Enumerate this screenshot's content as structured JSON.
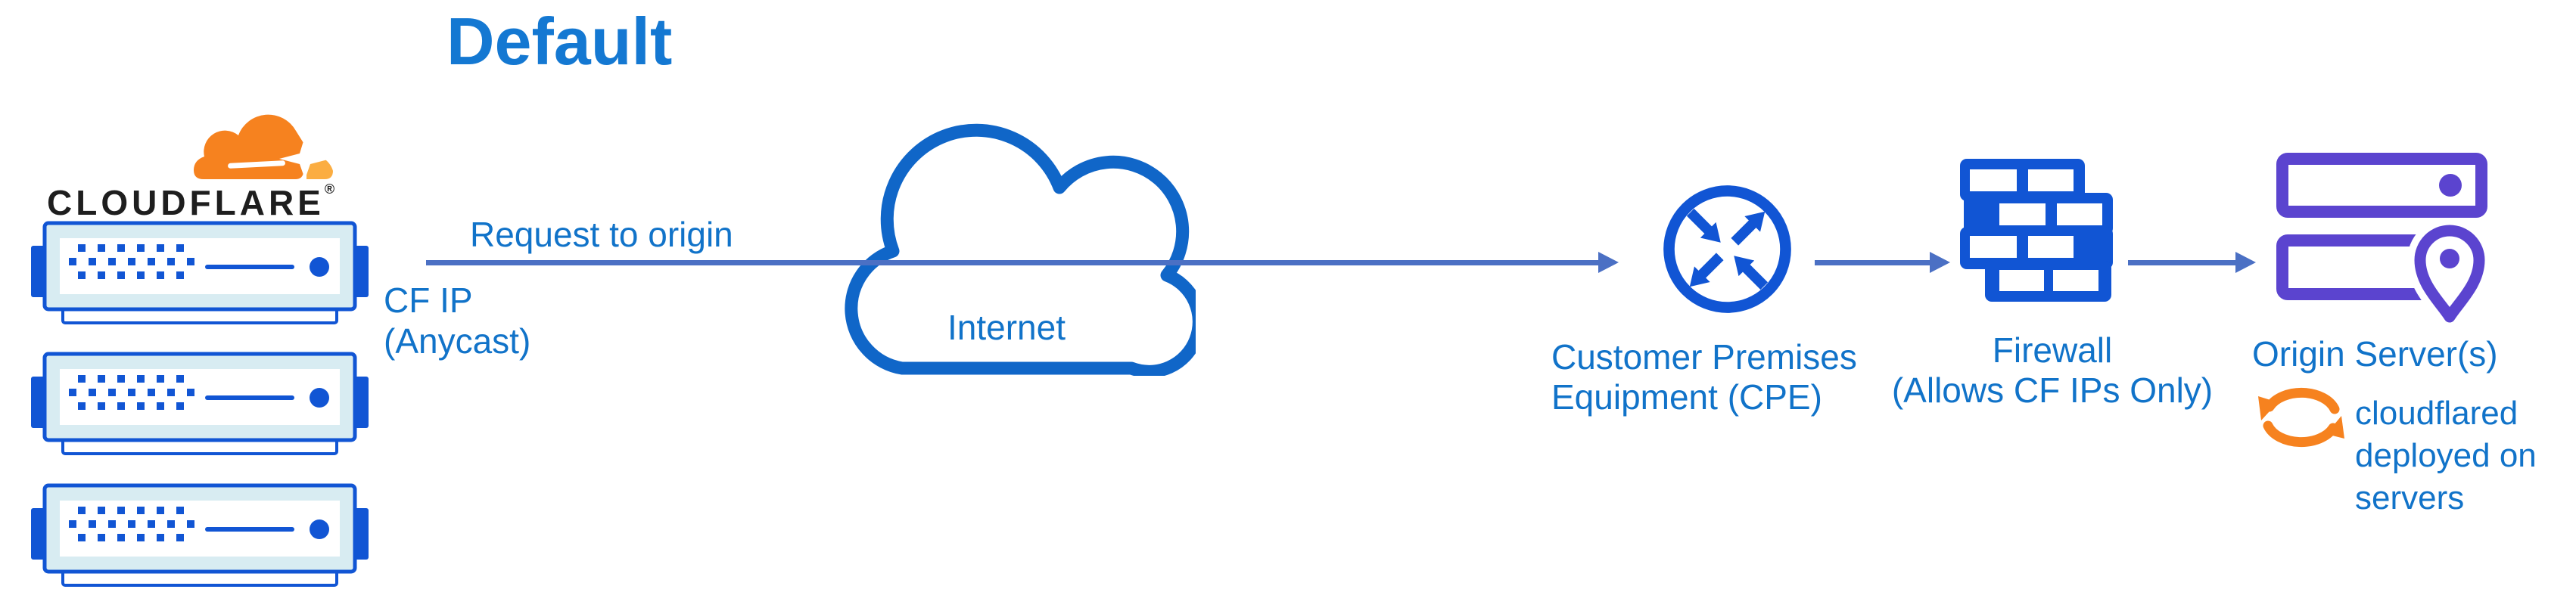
{
  "title": "Default",
  "cloudflare": {
    "wordmark": "CLOUDFLARE",
    "registered": "®"
  },
  "labels": {
    "request": "Request to origin",
    "cfip1": "CF IP",
    "cfip2": "(Anycast)",
    "internet": "Internet",
    "cpe1": "Customer Premises",
    "cpe2": "Equipment (CPE)",
    "fw1": "Firewall",
    "fw2": "(Allows CF IPs Only)",
    "origin": "Origin Server(s)",
    "cfd1": "cloudflared",
    "cfd2": "deployed on",
    "cfd3": "servers"
  },
  "colors": {
    "icon_blue": "#1155d4",
    "pale_blue": "#d8ecf2",
    "arrow_blue": "#4b70c4",
    "text_blue": "#1173c9",
    "title_blue": "#1478d2",
    "cloud_blue": "#1066c8",
    "origin_purple": "#5b44cf",
    "cf_orange": "#f6821f",
    "cf_orange_light": "#fbad41",
    "wordmark_black": "#1e1e1e"
  },
  "icons": {
    "cloudflare_cloud": "cloudflare-cloud-icon",
    "edge_server": "server-rack-icon",
    "internet": "internet-cloud-icon",
    "cpe": "router-icon",
    "firewall": "brick-wall-icon",
    "origin": "origin-servers-icon",
    "cloudflared": "sync-icon"
  }
}
